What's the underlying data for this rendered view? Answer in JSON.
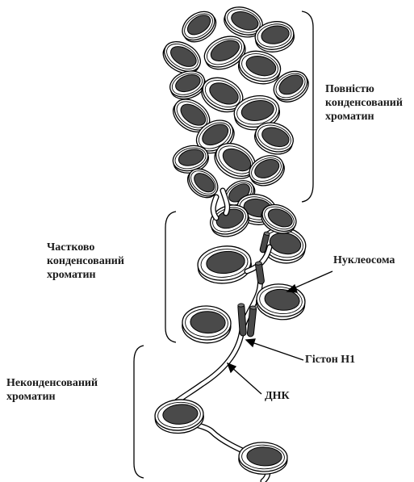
{
  "labels": {
    "full": [
      "Повністю",
      "конденсований",
      "хроматин"
    ],
    "partial": [
      "Частково",
      "конденсований",
      "хроматин"
    ],
    "uncondensed": [
      "Неконденсований",
      "хроматин"
    ],
    "nucleosome": "Нуклеосома",
    "histone": "Гістон Н1",
    "dna": "ДНК"
  },
  "colors": {
    "ink": "#000000",
    "core": "#4a4a4a",
    "ring": "#ffffff",
    "background": "#ffffff"
  }
}
